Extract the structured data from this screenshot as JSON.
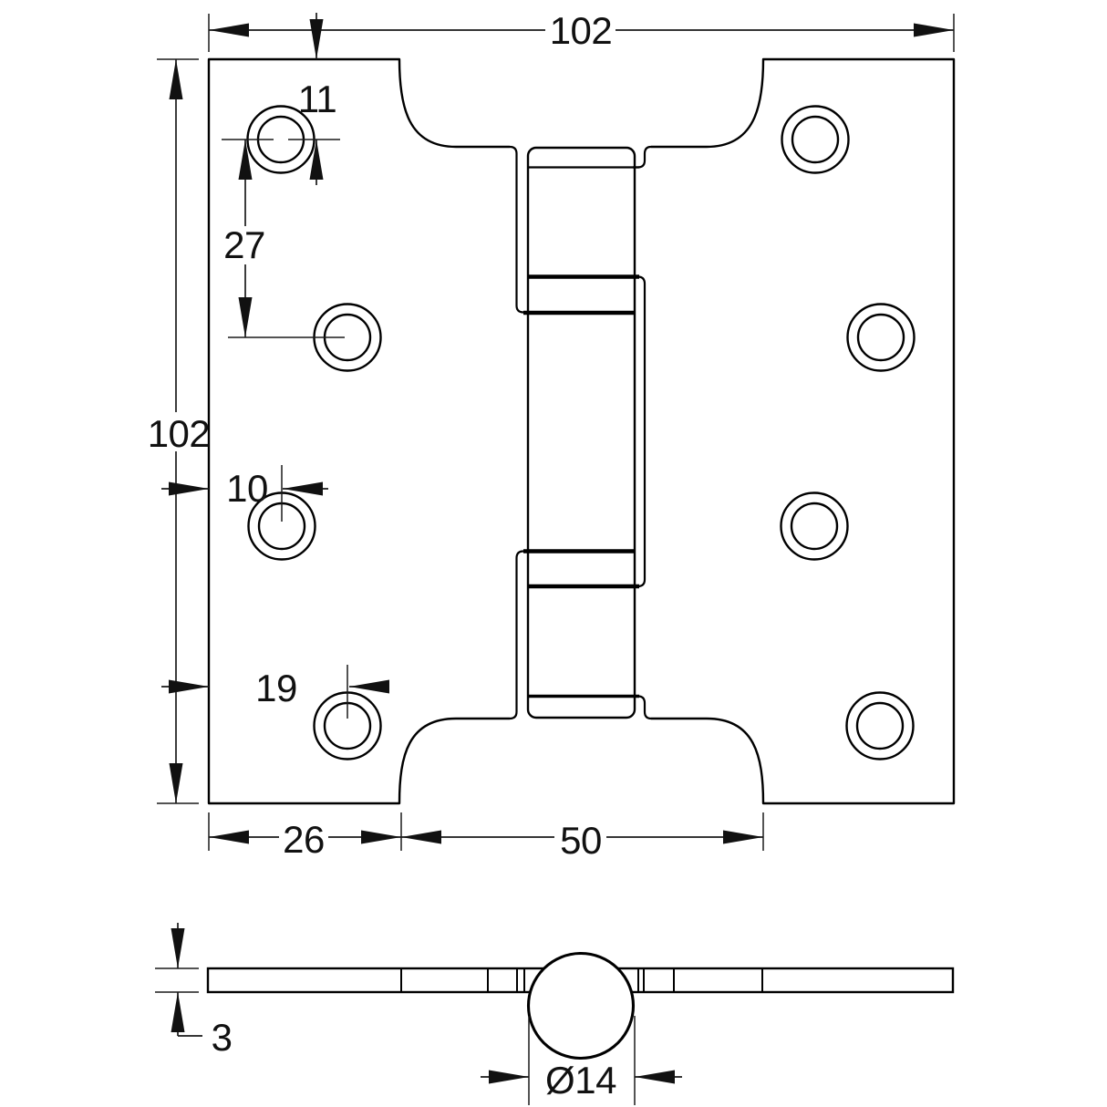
{
  "palette": {
    "line": "#000000",
    "text": "#111111",
    "background": "#ffffff"
  },
  "dims": {
    "overall_width": "102",
    "overall_height": "102",
    "hole_offset_top": "11",
    "hole_pitch": "27",
    "hole_edge_offset_small": "10",
    "hole_edge_offset_large": "19",
    "leaf_flat_width": "26",
    "cutout_width": "50",
    "leaf_thickness": "3",
    "knuckle_diameter": "Ø14"
  }
}
